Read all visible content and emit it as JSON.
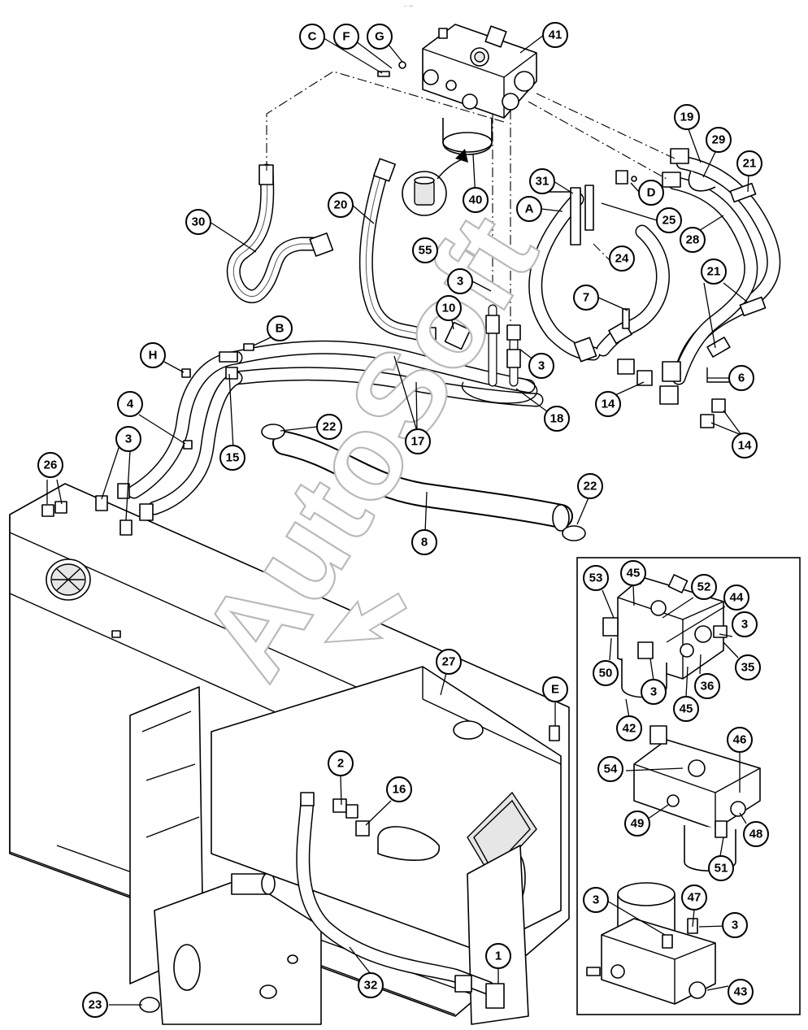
{
  "watermark": {
    "text": "AutoSoft"
  },
  "header_mark": "·· –",
  "callouts": {
    "c41": "41",
    "c40": "40",
    "c55": "55",
    "cC": "C",
    "cF": "F",
    "cG": "G",
    "c30": "30",
    "c20": "20",
    "c10": "10",
    "c3a": "3",
    "c3b": "3",
    "c18": "18",
    "c31": "31",
    "cA": "A",
    "cD": "D",
    "c25": "25",
    "c24": "24",
    "c7": "7",
    "c19": "19",
    "c29": "29",
    "c21a": "21",
    "c28": "28",
    "c21b": "21",
    "c6": "6",
    "c14a": "14",
    "c14b": "14",
    "cB": "B",
    "cH": "H",
    "c4": "4",
    "c3c": "3",
    "c15": "15",
    "c17": "17",
    "c22a": "22",
    "c22b": "22",
    "c8": "8",
    "c26": "26",
    "c27": "27",
    "cE": "E",
    "c2": "2",
    "c16": "16",
    "c32": "32",
    "c1": "1",
    "c23": "23",
    "c53": "53",
    "c45a": "45",
    "c52": "52",
    "c44": "44",
    "c3d": "3",
    "c50": "50",
    "c3e": "3",
    "c36": "36",
    "c35": "35",
    "c42": "42",
    "c45b": "45",
    "c46": "46",
    "c54": "54",
    "c49": "49",
    "c48": "48",
    "c51": "51",
    "c3f": "3",
    "c47": "47",
    "c3g": "3",
    "c43": "43"
  }
}
